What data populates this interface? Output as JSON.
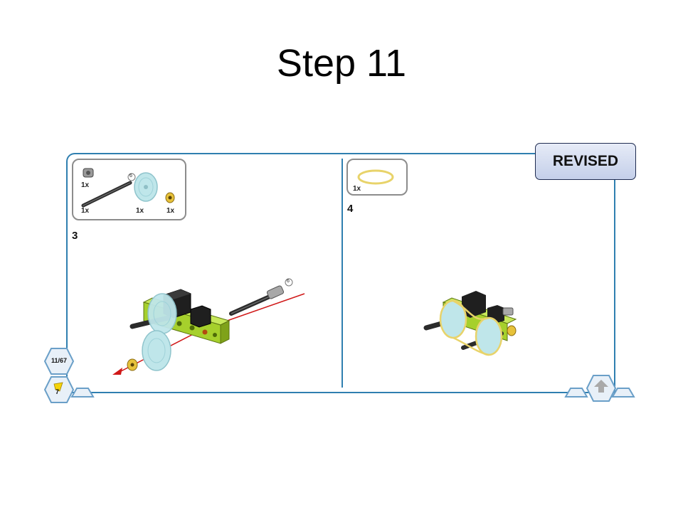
{
  "slide": {
    "title": "Step 11"
  },
  "revised_badge": {
    "label": "REVISED"
  },
  "steps": [
    {
      "number": "3",
      "parts": {
        "axle_qty": "1x",
        "bush_qty": "1x",
        "pulley_qty": "1x",
        "gear_qty": "1x",
        "axle_length": "6"
      },
      "axle_callout": "6"
    },
    {
      "number": "4",
      "parts": {
        "band_qty": "1x"
      }
    }
  ],
  "nav": {
    "page_counter": "11/67",
    "hint_count": "7"
  },
  "colors": {
    "frame": "#2f7fb0",
    "lime": "#a6d02c",
    "pulley": "#bfe6ea",
    "arrow": "#d01818",
    "band": "#e8d36a"
  }
}
